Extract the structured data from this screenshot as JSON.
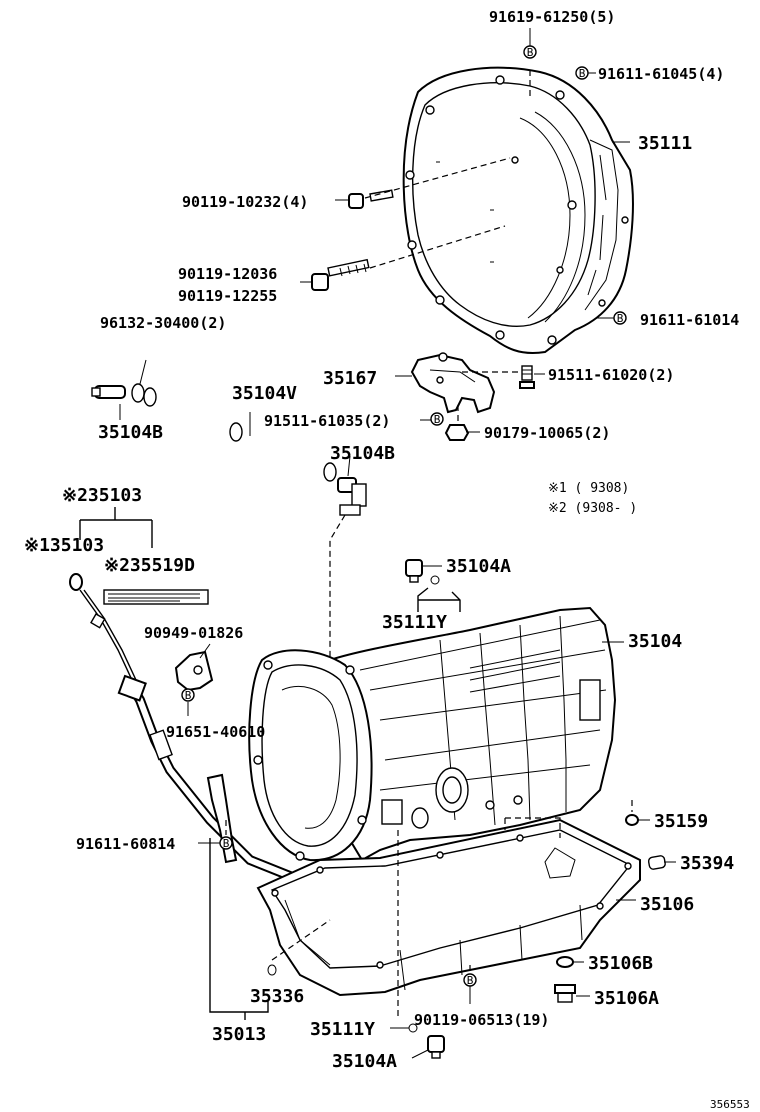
{
  "labels": {
    "p91619_61250": "91619-61250(5)",
    "p91611_61045": "91611-61045(4)",
    "p35111": "35111",
    "p90119_10232": "90119-10232(4)",
    "p90119_12036": "90119-12036",
    "p90119_12255": "90119-12255",
    "p91611_61014": "91611-61014",
    "p96132_30400": "96132-30400(2)",
    "p35104V": "35104V",
    "p35167": "35167",
    "p91511_61020": "91511-61020(2)",
    "p35104B_left": "35104B",
    "p91511_61035": "91511-61035(2)",
    "p90179_10065": "90179-10065(2)",
    "p35104B_right": "35104B",
    "p35103_top": "※235103",
    "note1": "※1 (     9308)",
    "note2": "※2 (9308-     )",
    "p35103_left": "※135103",
    "p35519D": "※235519D",
    "p35104A_top": "35104A",
    "p35111Y_top": "35111Y",
    "p90949_01826": "90949-01826",
    "p35104": "35104",
    "p91651_40610": "91651-40610",
    "p91611_60814": "91611-60814",
    "p35159": "35159",
    "p35394": "35394",
    "p35106": "35106",
    "p35106B": "35106B",
    "p35336": "35336",
    "p35106A": "35106A",
    "p35013": "35013",
    "p35111Y_bottom": "35111Y",
    "p90119_06513": "90119-06513(19)",
    "p35104A_bottom": "35104A",
    "ref_number": "356553",
    "b_marker": "B"
  },
  "icons": {
    "b_marker": "circled-b-icon",
    "label_plate": "caution-label-icon"
  },
  "colors": {
    "ink": "#000000",
    "paper": "#ffffff"
  }
}
